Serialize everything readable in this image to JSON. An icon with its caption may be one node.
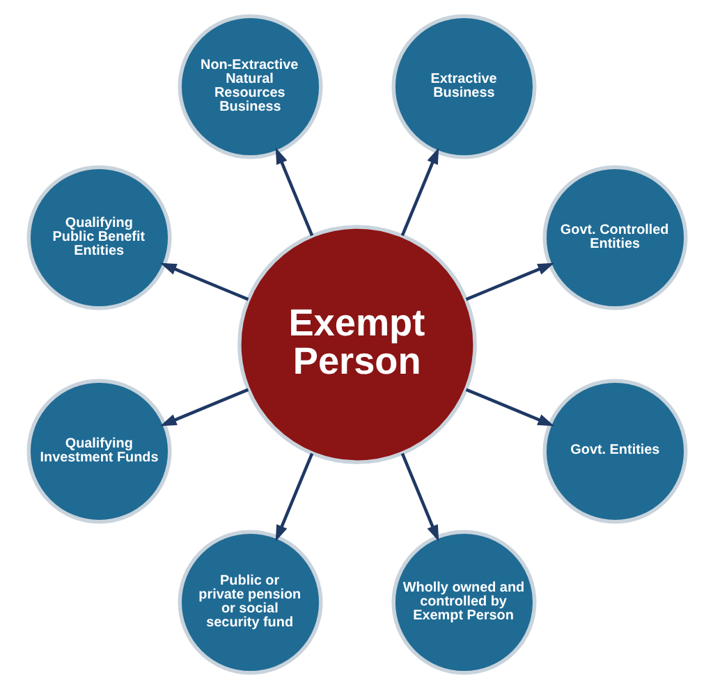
{
  "diagram": {
    "nodes": [
      {
        "text": [
          "Exempt Person"
        ]
      },
      {
        "text": [
          "Govt. Controlled Entities"
        ]
      },
      {
        "text": [
          "Extractive Business"
        ]
      },
      {
        "text": [
          "Non-Extractive Natural Resources Business"
        ]
      },
      {
        "text": [
          "Qualifying Public Benefit Entities"
        ]
      },
      {
        "text": [
          "Qualifying Investment Funds"
        ]
      },
      {
        "text": [
          "Public or private pension or social security fund"
        ]
      },
      {
        "text": [
          "Wholly owned and controlled by Exempt Person"
        ]
      },
      {
        "text": [
          "Govt. Entities"
        ]
      }
    ],
    "edges": [
      {
        "from": 0,
        "to": 1,
        "arrow": "to"
      },
      {
        "from": 0,
        "to": 2,
        "arrow": "to"
      },
      {
        "from": 0,
        "to": 3,
        "arrow": "to"
      },
      {
        "from": 0,
        "to": 4,
        "arrow": "to"
      },
      {
        "from": 0,
        "to": 5,
        "arrow": "to"
      },
      {
        "from": 0,
        "to": 6,
        "arrow": "to"
      },
      {
        "from": 0,
        "to": 7,
        "arrow": "to"
      },
      {
        "from": 0,
        "to": 8,
        "arrow": "to"
      }
    ]
  }
}
